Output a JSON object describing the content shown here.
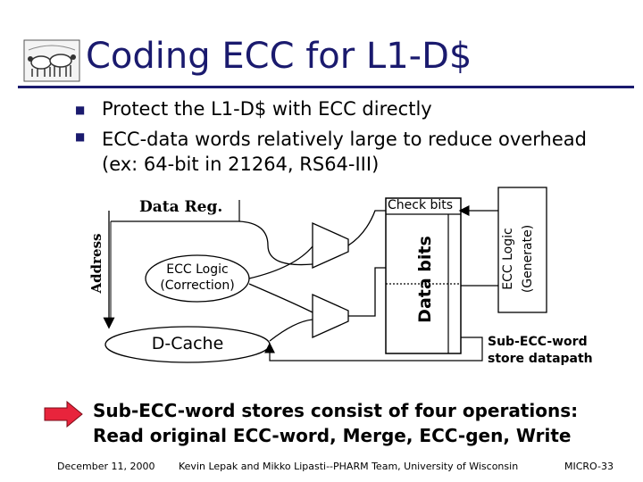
{
  "title": "Coding ECC for L1-D$",
  "bullets": [
    "Protect the L1-D$ with ECC directly",
    "ECC-data words relatively large to reduce overhead",
    "(ex:  64-bit in 21264, RS64-III)"
  ],
  "diagram": {
    "data_reg": "Data Reg.",
    "check_bits": "Check bits",
    "address": "Address",
    "ecc_correction_line1": "ECC Logic",
    "ecc_correction_line2": "(Correction)",
    "dcache": "D-Cache",
    "data_bits": "Data bits",
    "ecc_generate_line1": "ECC Logic",
    "ecc_generate_line2": "(Generate)",
    "store_path_line1": "Sub-ECC-word",
    "store_path_line2": "store datapath"
  },
  "note": {
    "line1": "Sub-ECC-word stores consist of four operations:",
    "line2": "Read original ECC-word, Merge, ECC-gen, Write"
  },
  "footer": {
    "date": "December 11, 2000",
    "authors": "Kevin Lepak and Mikko Lipasti--PHARM Team, University of Wisconsin",
    "slide_id": "MICRO-33"
  },
  "colors": {
    "title": "#1a1a6e",
    "arrow_fill": "#e8243c"
  },
  "icons": {
    "logo": "cow-herd-logo-icon",
    "bullet": "square-bullet-icon",
    "callout": "right-arrow-icon"
  }
}
